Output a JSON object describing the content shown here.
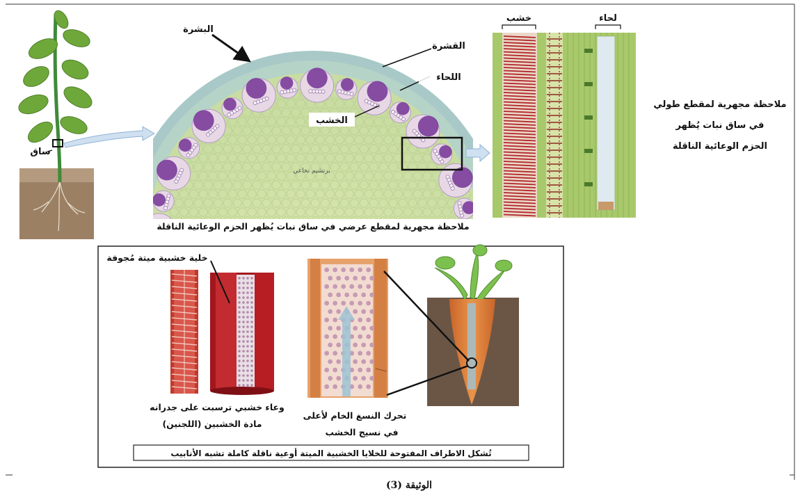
{
  "labels": {
    "stem": "ساق",
    "epidermis": "البشرة",
    "cortex": "القشرة",
    "phloem": "اللحاء",
    "xylem": "الخشب",
    "pith": "برنشيم نخاعي",
    "xylem_long": "خشب",
    "phloem_long": "لحاء",
    "cross_section_caption": "ملاحظة مجهرية لمقطع عرضي في ساق نبات يُظهر الحزم الوعائية الناقلة",
    "longitudinal_caption": [
      "ملاحظة مجهرية لمقطع طولي",
      "في ساق نبات يُظهر",
      "الحزم الوعائية الناقلة"
    ],
    "dead_xylem_cell": "خلية خشبية ميتة مُجوفة",
    "vessel_caption": [
      "وعاء خشبي ترسبت على جدرانه",
      "مادة الخشبين (اللجنين)"
    ],
    "sap_caption": [
      "تحرك النسغ الخام لأعلى",
      "في نسيج الخشب"
    ],
    "bottom_note": "تُشكل الاطراف المفتوحة للخلايا الخشبية الميتة أوعية ناقلة كاملة تشبه الأنابيب",
    "doc_title": "الوثيقة (3)"
  },
  "colors": {
    "leaf": "#6fa83a",
    "stem": "#3f8a3a",
    "soil": "#9c8064",
    "tissue": "#cfe0a0",
    "cortex_ring": "#a8c9c8",
    "phloem_purple": "#7a3d9a",
    "xylem_red": "#b3262a",
    "long_section_green": "#a8c96a",
    "carrot": "#e0813a",
    "arrow_blue": "#b9d4ea"
  }
}
